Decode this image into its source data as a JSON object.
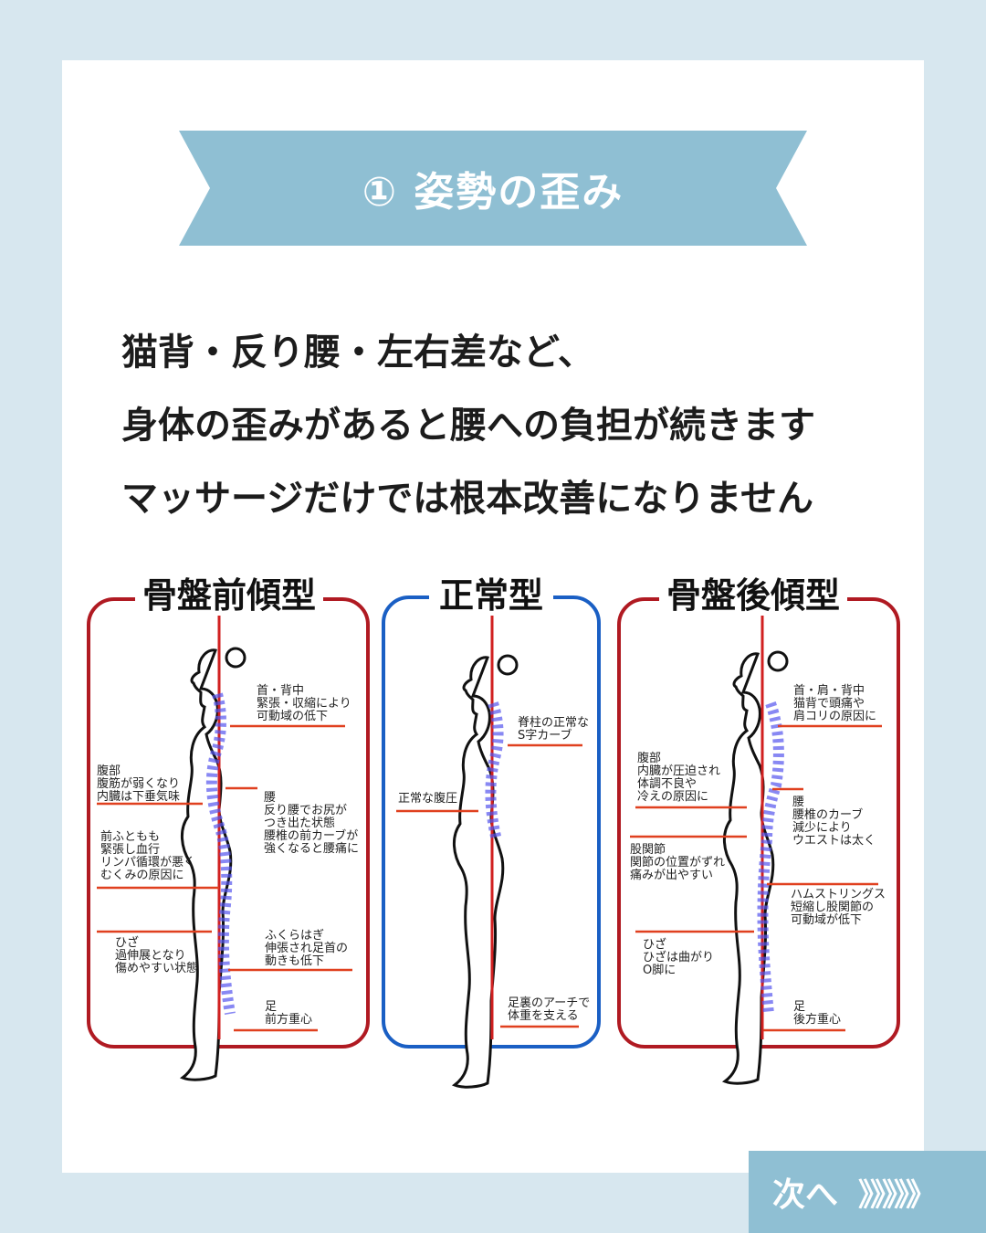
{
  "section": {
    "title": "① 姿勢の歪み"
  },
  "lead": [
    "猫背・反り腰・左右差など、",
    "身体の歪みがあると腰への負担が続きます",
    "マッサージだけでは根本改善になりません"
  ],
  "panels": [
    {
      "title": "骨盤前傾型",
      "color": "#b01a22",
      "annotations": [
        "首・背中\n緊張・収縮により\n可動域の低下",
        "腹部\n腹筋が弱くなり\n内臓は下垂気味",
        "腰\n反り腰でお尻が\nつき出た状態\n腰椎の前カーブが\n強くなると腰痛に",
        "前ふともも\n緊張し血行\nリンパ循環が悪く\nむくみの原因に",
        "ひざ\n過伸展となり\n傷めやすい状態",
        "ふくらはぎ\n伸張され足首の\n動きも低下",
        "足\n前方重心"
      ]
    },
    {
      "title": "正常型",
      "color": "#1a5fc4",
      "annotations": [
        "脊柱の正常な\nS字カーブ",
        "正常な腹圧",
        "足裏のアーチで\n体重を支える"
      ]
    },
    {
      "title": "骨盤後傾型",
      "color": "#b01a22",
      "annotations": [
        "首・肩・背中\n猫背で頭痛や\n肩コリの原因に",
        "腹部\n内臓が圧迫され\n体調不良や\n冷えの原因に",
        "腰\n腰椎のカーブ\n減少により\nウエストは太く",
        "股関節\n関節の位置がずれ\n痛みが出やすい",
        "ハムストリングス\n短縮し股関節の\n可動域が低下",
        "ひざ\nひざは曲がり\nO脚に",
        "足\n後方重心"
      ]
    }
  ],
  "nav": {
    "next_label": "次へ",
    "next_arrows": "》》》》》"
  }
}
